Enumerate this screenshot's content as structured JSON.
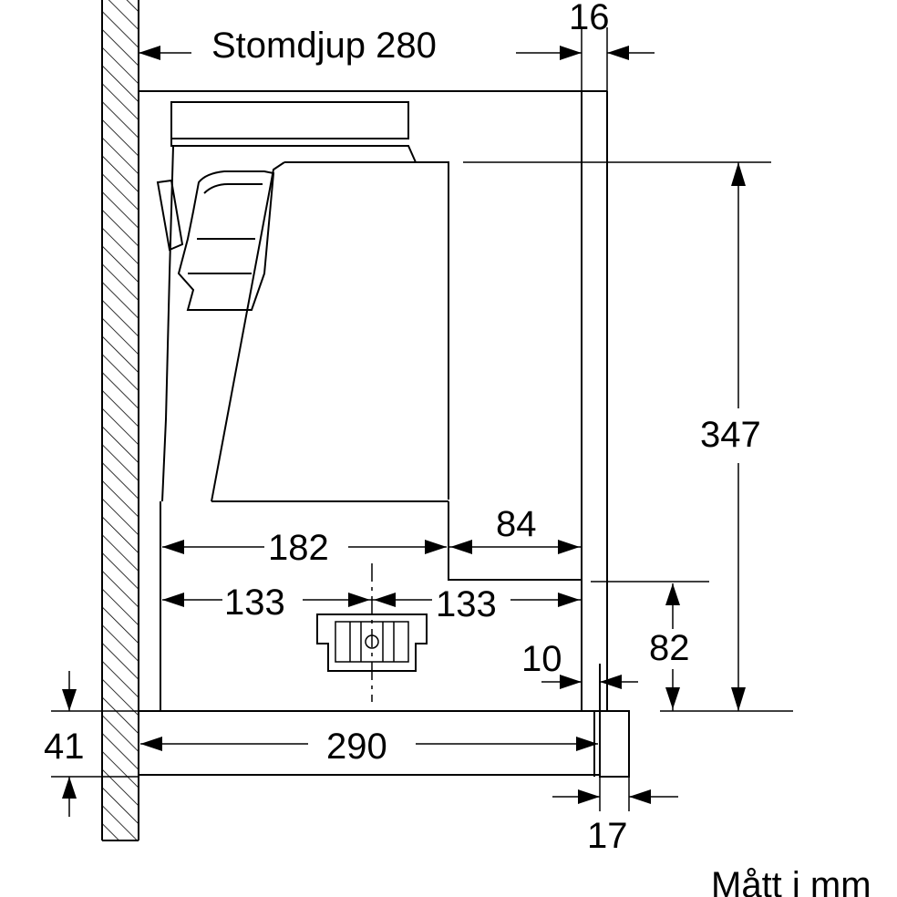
{
  "labels": {
    "cabinet_depth": "Stomdjup 280",
    "dim_16": "16",
    "dim_347": "347",
    "dim_84": "84",
    "dim_182": "182",
    "dim_133_left": "133",
    "dim_133_right": "133",
    "dim_10": "10",
    "dim_82": "82",
    "dim_41": "41",
    "dim_290": "290",
    "dim_17": "17",
    "units_note": "Mått i mm"
  }
}
